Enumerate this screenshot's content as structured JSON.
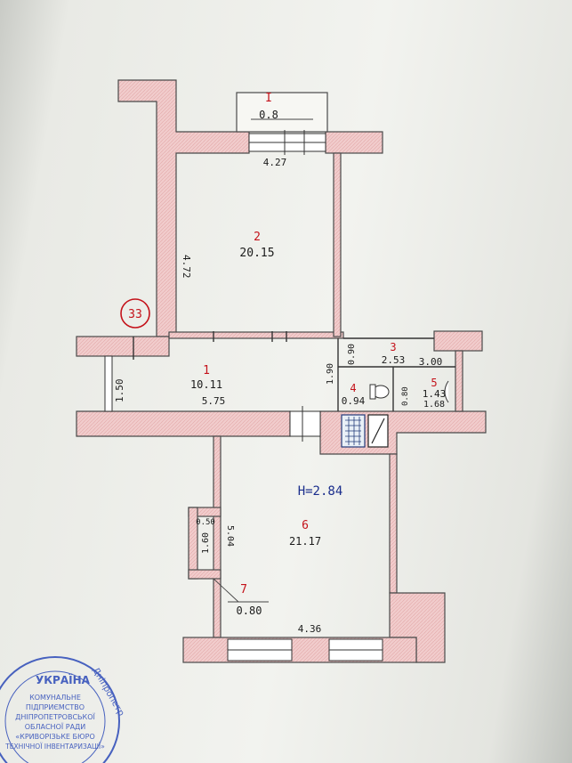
{
  "plan": {
    "building_number": "33",
    "height_label": "H=2.84",
    "rooms": [
      {
        "id": "I",
        "area": "0.8"
      },
      {
        "id": "2",
        "area": "20.15"
      },
      {
        "id": "1",
        "area": "10.11"
      },
      {
        "id": "3",
        "area": "2.53"
      },
      {
        "id": "4",
        "area": "0.94"
      },
      {
        "id": "5",
        "area": "1.43"
      },
      {
        "id": "6",
        "area": "21.17"
      },
      {
        "id": "7",
        "area": "0.80"
      }
    ],
    "dimensions": {
      "top_width": "4.27",
      "room2_depth": "4.72",
      "corridor_width": "1.50",
      "corridor_length": "5.75",
      "room3_depth": "0.90",
      "passage": "1.90",
      "room5_width": "3.00",
      "room5_depth": "1.68",
      "room4_width": "0.80",
      "closet_width": "0.50",
      "closet_depth": "1.60",
      "room6_depth": "5.04",
      "bottom_width": "4.36"
    }
  },
  "stamp": {
    "country": "УКРАЇНА",
    "lines": [
      "КОМУНАЛЬНЕ",
      "ПІДПРИЄМСТВО",
      "ДНІПРОПЕТРОВСЬКОЇ",
      "ОБЛАСНОЇ РАДИ",
      "«КРИВОРІЗЬКЕ БЮРО",
      "ТЕХНІЧНОЇ ІНВЕНТАРИЗАЦІЇ»"
    ],
    "arc_text": "Дніпропетр",
    "color": "#2b49b8"
  }
}
